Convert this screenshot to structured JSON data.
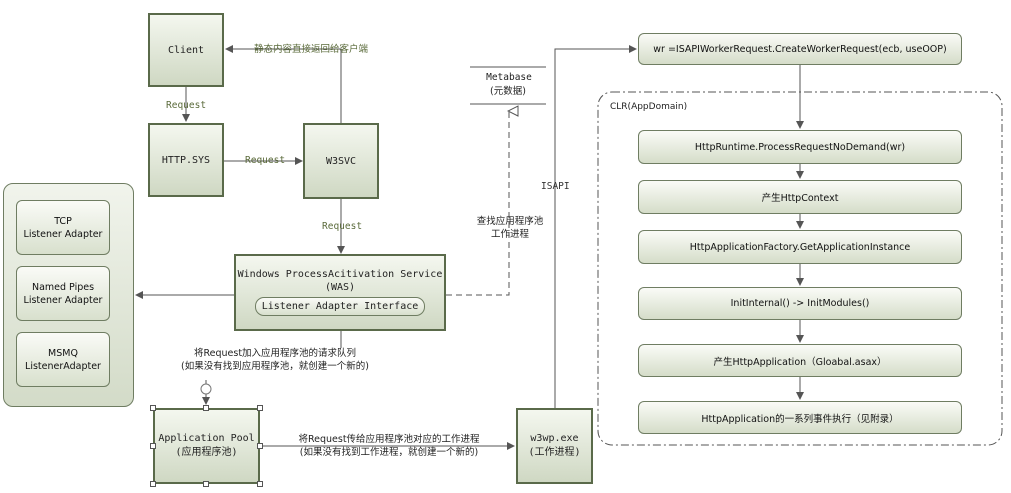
{
  "nodes": {
    "client": "Client",
    "httpsys": "HTTP.SYS",
    "w3svc": "W3SVC",
    "was_line1": "Windows ProcessAcitivation Service",
    "was_line2": "(WAS)",
    "listener_iface": "Listener Adapter Interface",
    "app_pool_line1": "Application Pool",
    "app_pool_line2": "(应用程序池)",
    "w3wp_line1": "w3wp.exe",
    "w3wp_line2": "(工作进程)",
    "metabase_line1": "Metabase",
    "metabase_line2": "(元数据)"
  },
  "adapters": {
    "tcp_line1": "TCP",
    "tcp_line2": "Listener Adapter",
    "pipes_line1": "Named Pipes",
    "pipes_line2": "Listener Adapter",
    "msmq_line1": "MSMQ",
    "msmq_line2": "ListenerAdapter"
  },
  "labels": {
    "static_return": "静态内容直接返回给客户端",
    "req1": "Request",
    "req2": "Request",
    "req3": "Request",
    "find_pool_line1": "查找应用程序池",
    "find_pool_line2": "工作进程",
    "isapi": "ISAPI",
    "queue_line1": "将Request加入应用程序池的请求队列",
    "queue_line2": "(如果没有找到应用程序池，就创建一个新的)",
    "pass_line1": "将Request传给应用程序池对应的工作进程",
    "pass_line2": "(如果没有找到工作进程，就创建一个新的)",
    "clr": "CLR(AppDomain)"
  },
  "steps": [
    "wr =ISAPIWorkerRequest.CreateWorkerRequest(ecb, useOOP)",
    "HttpRuntime.ProcessRequestNoDemand(wr)",
    "产生HttpContext",
    "HttpApplicationFactory.GetApplicationInstance",
    "InitInternal() -> InitModules()",
    "产生HttpApplication（Gloabal.asax）",
    "HttpApplication的一系列事件执行（见附录）"
  ],
  "colors": {
    "border": "#5a6a4a",
    "label": "#5a6a3a"
  }
}
